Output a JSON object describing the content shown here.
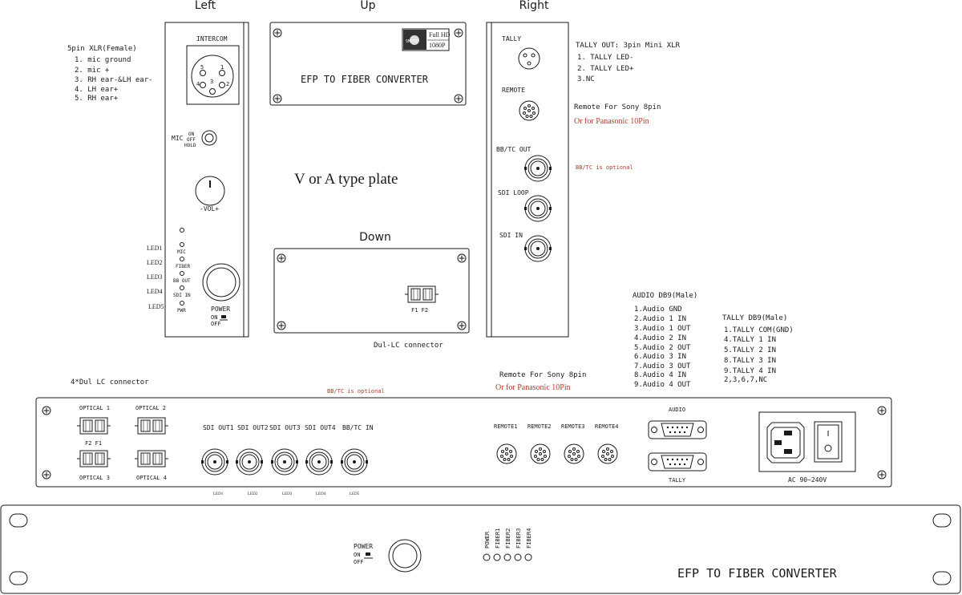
{
  "views": {
    "left": "Left",
    "up": "Up",
    "right": "Right",
    "down": "Down"
  },
  "left_panel": {
    "intercom": "INTERCOM",
    "xlr_title": "5pin XLR(Female)",
    "xlr_pins": [
      "1. mic ground",
      "2. mic +",
      "3. RH ear-&LH ear-",
      "4. LH ear+",
      "5. RH ear+"
    ],
    "xlr_pin_nums": [
      "5",
      "1",
      "4",
      "3",
      "2"
    ],
    "mic_label": "MIC",
    "mic_switch": [
      "ON",
      "OFF",
      "HOLD"
    ],
    "vol_label": "-VOL+",
    "led_names": [
      "LED1",
      "LED2",
      "LED3",
      "LED4",
      "LED5"
    ],
    "led_labels": [
      "MIC",
      "FIBER",
      "BB OUT",
      "SDI IN",
      "PWR"
    ],
    "power_label": "POWER",
    "power_on": "ON",
    "power_off": "OFF"
  },
  "up_panel": {
    "title": "EFP TO FIBER CONVERTER",
    "badge_top": "Full HD",
    "badge_bottom": "1080P",
    "badge_logo": "SMPTE"
  },
  "center_note": "V  or A type plate",
  "down_panel": {
    "fiber_labels": "F1  F2",
    "caption": "Dul-LC connector"
  },
  "right_panel": {
    "tally": "TALLY",
    "remote": "REMOTE",
    "bbtc_out": "BB/TC OUT",
    "sdi_loop": "SDI LOOP",
    "sdi_in": "SDI IN",
    "tally_title": "TALLY OUT: 3pin Mini XLR",
    "tally_pins": [
      "1. TALLY LED-",
      "2. TALLY LED+",
      "3.NC"
    ],
    "remote_sony": "Remote For Sony 8pin",
    "remote_pana": "Or for Panasonic 10Pin",
    "bbtc_optional": "BB/TC is optional"
  },
  "audio_db9": {
    "title": "AUDIO DB9(Male)",
    "pins": [
      "1.Audio GND",
      "2.Audio 1 IN",
      "3.Audio 1 OUT",
      "4.Audio 2 IN",
      "5.Audio 2 OUT",
      "6.Audio 3 IN",
      "7.Audio 3 OUT",
      "8.Audio 4 IN",
      "9.Audio 4 OUT"
    ]
  },
  "tally_db9": {
    "title": "TALLY DB9(Male)",
    "pins": [
      "1.TALLY COM(GND)",
      "4.TALLY 1 IN",
      "5.TALLY 2 IN",
      "8.TALLY 3 IN",
      "9.TALLY 4 IN",
      "2,3,6,7,NC"
    ]
  },
  "rack_rear": {
    "connector_caption": "4*Dul  LC connector",
    "bbtc_optional": "BB/TC is optional",
    "remote_sony": "Remote For Sony 8pin",
    "remote_pana": "Or for Panasonic 10Pin",
    "optical": [
      "OPTICAL 1",
      "OPTICAL 2",
      "OPTICAL 3",
      "OPTICAL 4"
    ],
    "fiber_pair": "F2  F1",
    "bnc_labels": [
      "SDI OUT1",
      "SDI OUT2",
      "SDI OUT3",
      "SDI OUT4",
      "BB/TC IN"
    ],
    "bnc_leds": [
      "LED1",
      "LED2",
      "LED3",
      "LED4",
      "LED5"
    ],
    "remotes": [
      "REMOTE1",
      "REMOTE2",
      "REMOTE3",
      "REMOTE4"
    ],
    "audio": "AUDIO",
    "tally": "TALLY",
    "ac": "AC 90~240V"
  },
  "rack_front": {
    "power": "POWER",
    "on": "ON",
    "off": "OFF",
    "indicators": [
      "POWER",
      "FIBER1",
      "FIBER2",
      "FIBER3",
      "FIBER4"
    ],
    "title": "EFP TO FIBER CONVERTER"
  }
}
